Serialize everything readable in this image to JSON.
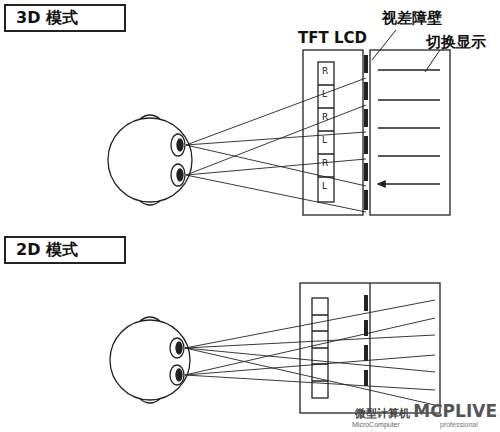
{
  "diagram": {
    "nodes": [
      {
        "text": [
          "3D 模式"
        ]
      },
      {
        "text": [
          "2D 模式"
        ]
      }
    ],
    "labels": [
      "TFT LCD",
      "视差障壁",
      "切换显示",
      "R",
      "L",
      "R",
      "L",
      "R",
      "L",
      "微型计算机",
      "MicroComputer",
      "MCPLIVE",
      "professional"
    ]
  }
}
